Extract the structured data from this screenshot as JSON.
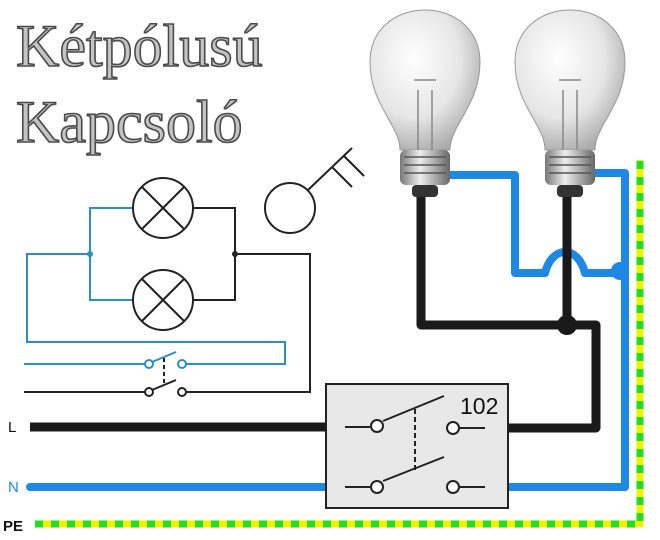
{
  "title": {
    "line1": "Kétpólusú",
    "line2": "Kapcsoló"
  },
  "labels": {
    "l": "L",
    "n": "N",
    "pe": "PE",
    "switch_number": "102"
  },
  "colors": {
    "neutral": "#1e88e5",
    "phase": "#1a1a1a",
    "earth_green": "#22dd22",
    "earth_yellow": "#f0f000",
    "schematic_blue": "#2a8fc6",
    "switch_box": "#e8e8e8"
  }
}
